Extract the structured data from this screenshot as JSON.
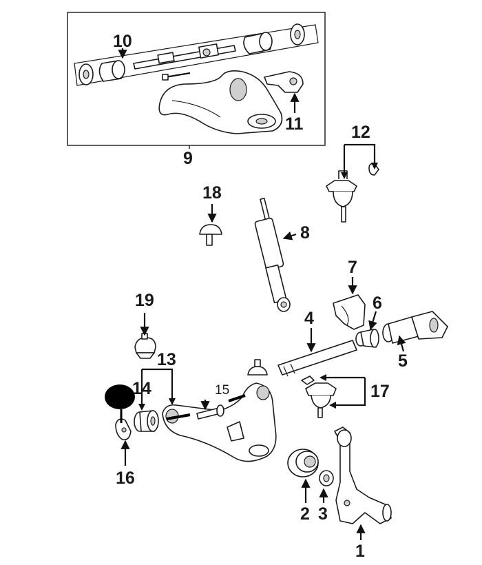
{
  "diagram": {
    "callouts": {
      "c1": "1",
      "c2": "2",
      "c3": "3",
      "c4": "4",
      "c5": "5",
      "c6": "6",
      "c7": "7",
      "c8": "8",
      "c9": "9",
      "c10": "10",
      "c11": "11",
      "c12": "12",
      "c13": "13",
      "c14": "14",
      "c15": "15",
      "c16": "16",
      "c17": "17",
      "c18": "18",
      "c19": "19"
    },
    "colors": {
      "ink": "#1a1a1a",
      "marker": "#000000",
      "background": "#ffffff"
    }
  }
}
